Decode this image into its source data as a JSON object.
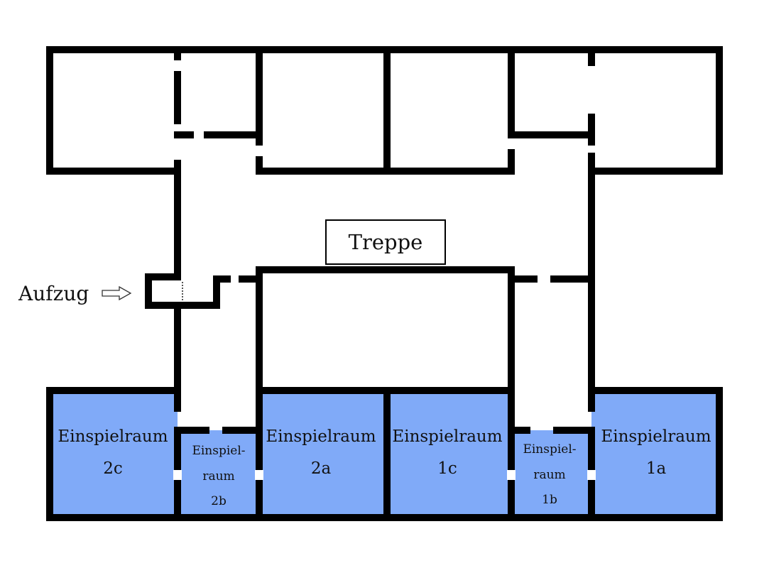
{
  "colors": {
    "wall": "#000000",
    "background": "#ffffff",
    "room_fill": "#80aaf8"
  },
  "labels": {
    "treppe": "Treppe",
    "aufzug": "Aufzug"
  },
  "rooms": {
    "r2c": {
      "line1": "Einspielraum",
      "line2": "2c"
    },
    "r2b": {
      "line1": "Einspiel-",
      "line2": "raum",
      "line3": "2b"
    },
    "r2a": {
      "line1": "Einspielraum",
      "line2": "2a"
    },
    "r1c": {
      "line1": "Einspielraum",
      "line2": "1c"
    },
    "r1b": {
      "line1": "Einspiel-",
      "line2": "raum",
      "line3": "1b"
    },
    "r1a": {
      "line1": "Einspielraum",
      "line2": "1a"
    }
  },
  "icons": {
    "elevator_pointer": "arrow-right-outline-icon"
  }
}
